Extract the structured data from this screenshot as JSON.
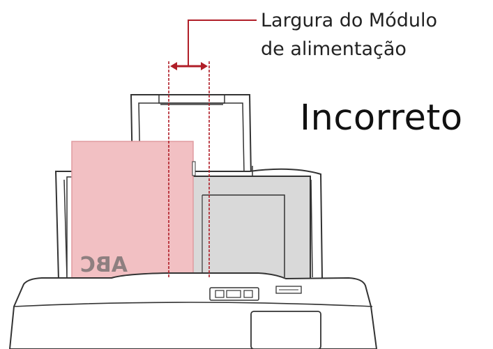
{
  "callout": {
    "line1": "Largura do Módulo",
    "line2": "de alimentação"
  },
  "status_label": "Incorreto",
  "document": {
    "printed_text": "ABC",
    "fill_color": "#f2c0c3",
    "edge_color": "#e09aa0"
  },
  "guide_color": "#b01e28",
  "scanner_color": "#d9d9d9"
}
